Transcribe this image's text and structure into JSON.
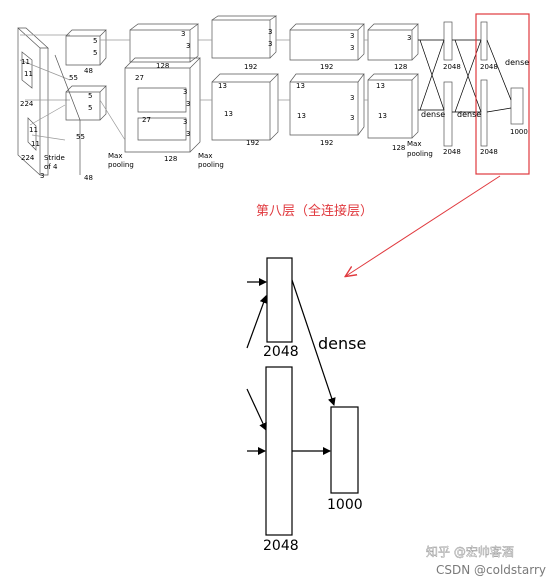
{
  "top_labels": {
    "n224a": "224",
    "n224b": "224",
    "n11a": "11",
    "n11b": "11",
    "n11c": "11",
    "n11d": "11",
    "n55a": "55",
    "n55b": "55",
    "n5a": "5",
    "n5b": "5",
    "n5c": "5",
    "n5d": "5",
    "n48a": "48",
    "n48b": "48",
    "stride": "Stride",
    "of4": "of 4",
    "n3": "3",
    "n27a": "27",
    "n27b": "27",
    "n128a": "128",
    "n128b": "128",
    "n3a": "3",
    "n3b": "3",
    "n3c": "3",
    "n3d": "3",
    "n3e": "3",
    "n3f": "3",
    "maxpool1a": "Max",
    "maxpool1b": "pooling",
    "maxpool2a": "Max",
    "maxpool2b": "pooling",
    "maxpool3a": "Max",
    "maxpool3b": "pooling",
    "n13a": "13",
    "n13b": "13",
    "n13c": "13",
    "n13d": "13",
    "n13e": "13",
    "n13f": "13",
    "n192a": "192",
    "n192b": "192",
    "n192c": "192",
    "n192d": "192",
    "n3g": "3",
    "n3h": "3",
    "n3i": "3",
    "n3j": "3",
    "n3k": "3",
    "n3l": "3",
    "n3m": "3",
    "n128c": "128",
    "n128d": "128",
    "dense1": "dense",
    "dense2": "dense",
    "dense3": "dense",
    "n2048a": "2048",
    "n2048b": "2048",
    "n2048c": "2048",
    "n2048d": "2048",
    "n1000": "1000"
  },
  "caption": "第八层（全连接层）",
  "detail": {
    "dense": "dense",
    "n2048_top": "2048",
    "n2048_bottom": "2048",
    "n1000": "1000"
  },
  "watermark": {
    "zhihu": "知乎 @宏帅客酒",
    "csdn": "CSDN @coldstarry"
  },
  "colors": {
    "highlight": "#e0393e",
    "lines": "#000000",
    "grey_lines": "#888888"
  }
}
